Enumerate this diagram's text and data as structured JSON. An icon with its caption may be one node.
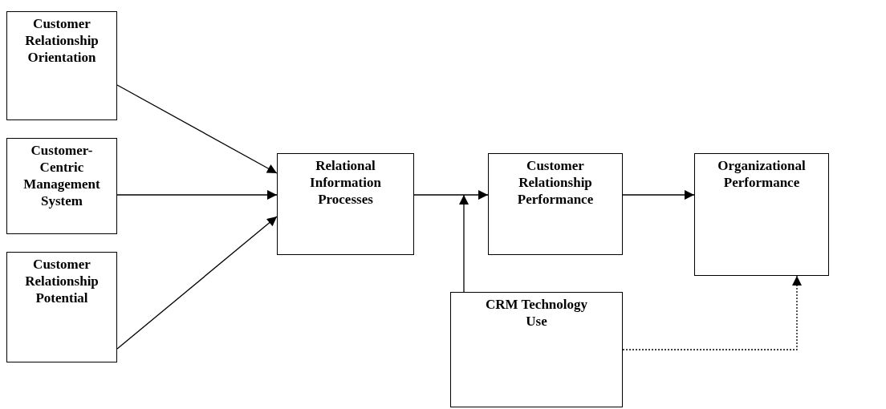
{
  "diagram": {
    "nodes": [
      {
        "text": [
          "Customer Relationship Orientation"
        ]
      },
      {
        "text": [
          "Customer-Centric Management System"
        ]
      },
      {
        "text": [
          "Customer Relationship Potential"
        ]
      },
      {
        "text": [
          "Relational Information Processes"
        ]
      },
      {
        "text": [
          "Customer Relationship Performance"
        ]
      },
      {
        "text": [
          "Organizational Performance"
        ]
      },
      {
        "text": [
          "CRM Technology Use"
        ]
      }
    ],
    "edges": [
      {
        "from": 0,
        "to": 3,
        "arrow": "to"
      },
      {
        "from": 1,
        "to": 3,
        "arrow": "to"
      },
      {
        "from": 2,
        "to": 3,
        "arrow": "to"
      },
      {
        "from": 3,
        "to": 4,
        "arrow": "to"
      },
      {
        "from": 6,
        "to": null,
        "arrow": "to"
      },
      {
        "from": 4,
        "to": 5,
        "arrow": "to"
      },
      {
        "from": 6,
        "to": 5,
        "arrow": "to",
        "style": "dashed"
      }
    ]
  }
}
